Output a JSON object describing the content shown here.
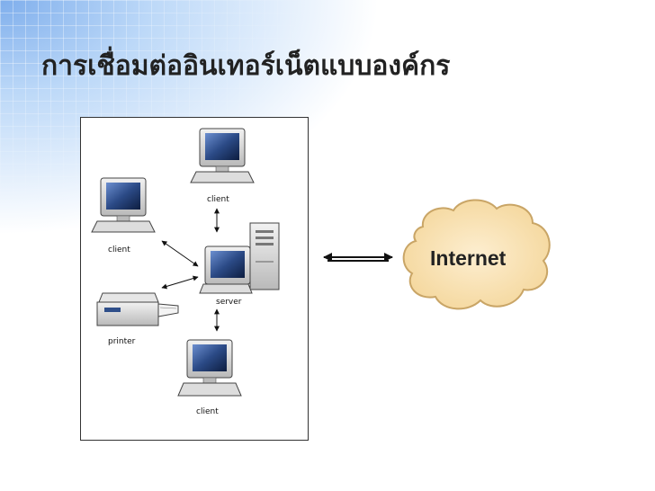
{
  "slide": {
    "title": "การเชื่อมต่ออินเทอร์เน็ตแบบองค์กร"
  },
  "diagram": {
    "nodes": {
      "client_top": "client",
      "client_left": "client",
      "server": "server",
      "printer": "printer",
      "client_bottom": "client"
    },
    "cloud_label": "Internet"
  },
  "colors": {
    "cloud_fill": "#fbe3b0",
    "screen": "#2f4f8a",
    "monitor_body": "#d8d8d8"
  }
}
